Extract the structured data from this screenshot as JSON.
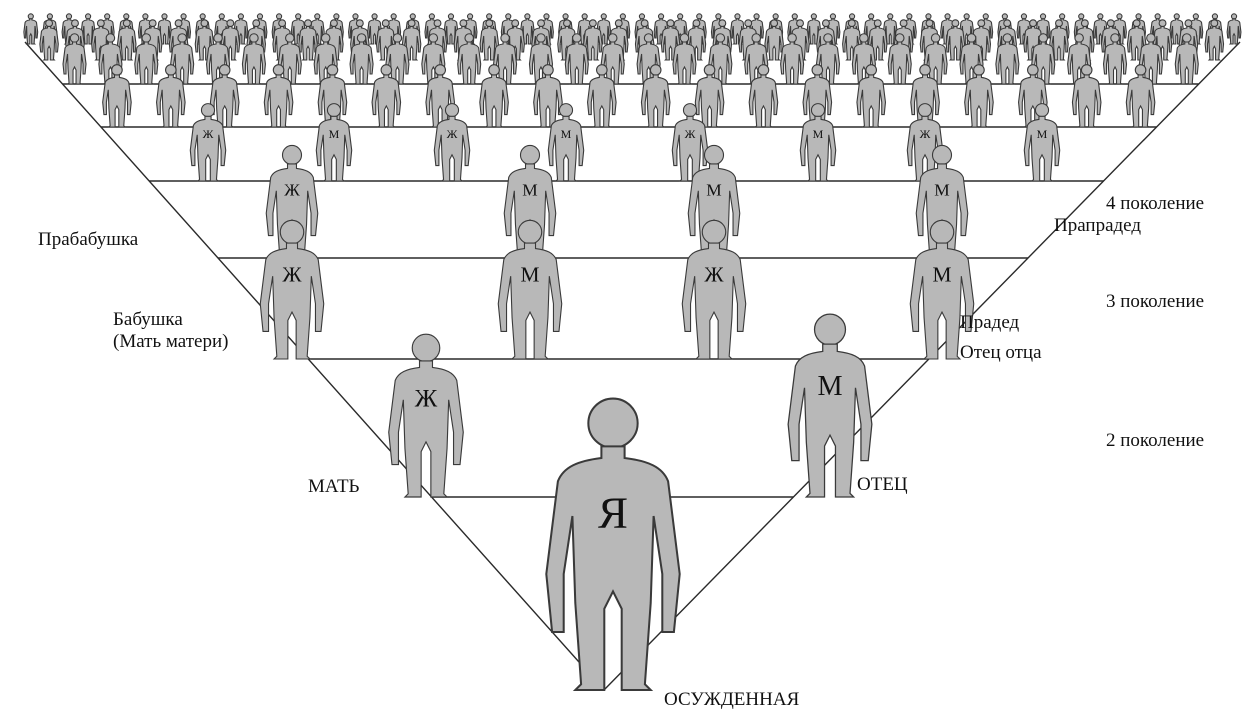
{
  "colors": {
    "figure_fill": "#b8b8b8",
    "figure_stroke": "#3a3a3a",
    "line": "#2a2a2a"
  },
  "self": {
    "letter": "Я",
    "label": "ОСУЖДЕННАЯ"
  },
  "parents": {
    "mother_letter": "Ж",
    "father_letter": "М",
    "mother_label": "МАТЬ",
    "father_label": "ОТЕЦ"
  },
  "grandparents": {
    "letters": [
      "Ж",
      "М",
      "Ж",
      "М"
    ],
    "left_label_line1": "Бабушка",
    "left_label_line2": "(Мать матери)",
    "right_label_line1": "Прадед",
    "right_label_line2": "Отец отца"
  },
  "great_grandparents": {
    "letters": [
      "Ж",
      "М",
      "М",
      "М"
    ],
    "left_label": "Прабабушка",
    "right_label": "Прапрадед"
  },
  "row4_letters": [
    "Ж",
    "М",
    "Ж",
    "М",
    "Ж",
    "М",
    "Ж",
    "М"
  ],
  "generations": {
    "gen4": "4 поколение",
    "gen3": "3 поколение",
    "gen2": "2 поколение"
  }
}
